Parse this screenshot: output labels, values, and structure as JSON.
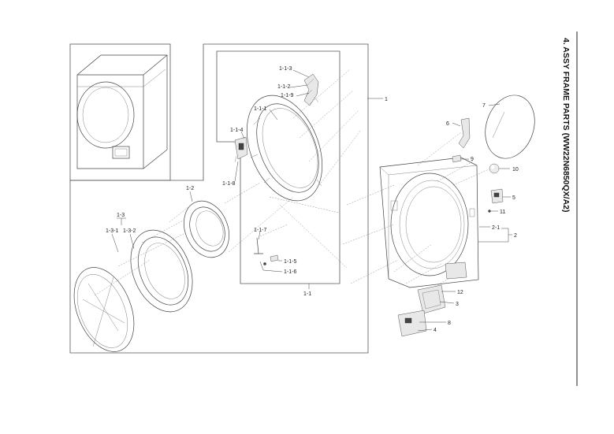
{
  "title": "4. ASSY FRAME PARTS (WW22N6850QX/A2)",
  "labels": {
    "p1": "1",
    "p1_1": "1-1",
    "p1_1_1": "1-1-1",
    "p1_1_2": "1-1-2",
    "p1_1_3": "1-1-3",
    "p1_1_4": "1-1-4",
    "p1_1_5": "1-1-5",
    "p1_1_6": "1-1-6",
    "p1_1_7": "1-1-7",
    "p1_1_8": "1-1-8",
    "p1_1_9": "1-1-9",
    "p1_2": "1-2",
    "p1_3": "1-3",
    "p1_3_1": "1-3-1",
    "p1_3_2": "1-3-2",
    "p2": "2",
    "p2_1": "2-1",
    "p3": "3",
    "p4": "4",
    "p5": "5",
    "p6": "6",
    "p7": "7",
    "p8": "8",
    "p9": "9",
    "p10": "10",
    "p11": "11",
    "p12": "12"
  }
}
